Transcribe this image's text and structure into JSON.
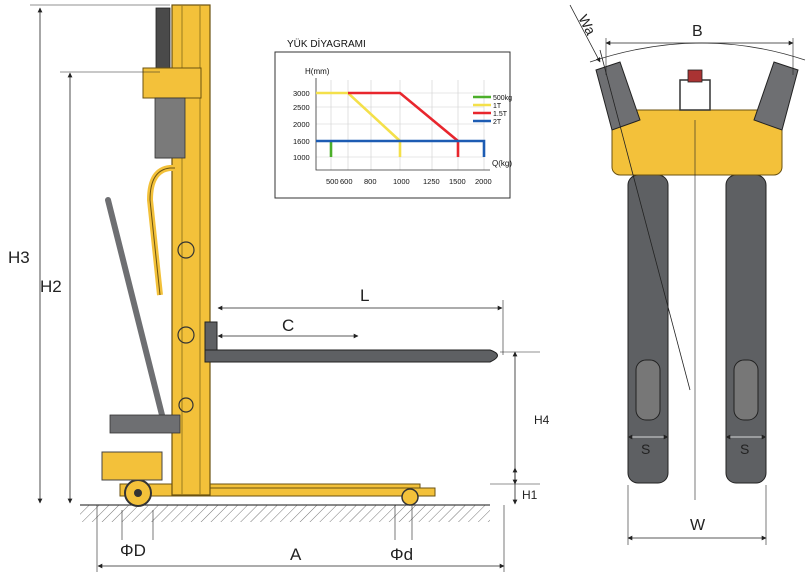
{
  "colors": {
    "mast_yellow": "#f3c13a",
    "fork_gray": "#5e6063",
    "series_500kg": "#4caf2a",
    "series_1T": "#f4e04a",
    "series_1_5T": "#e8262d",
    "series_2T": "#1d5cb3",
    "grid": "#cfcfcf"
  },
  "labels": {
    "H3": "H3",
    "H2": "H2",
    "H4": "H4",
    "H1": "H1",
    "L": "L",
    "C": "C",
    "A": "A",
    "phiD": "ΦD",
    "phid": "Φd",
    "B": "B",
    "Wa": "Wa",
    "W": "W",
    "S_left": "S",
    "S_right": "S"
  },
  "chart_data": {
    "type": "line",
    "title": "YÜK DİYAGRAMI",
    "ylabel": "H(mm)",
    "xlabel": "Q(kg)",
    "y_ticks": [
      "3000",
      "2500",
      "2000",
      "1600",
      "1000"
    ],
    "x_ticks": [
      "500",
      "600",
      "800",
      "1000",
      "1250",
      "1500",
      "2000"
    ],
    "series": [
      {
        "name": "500kg",
        "color": "#4caf2a",
        "points": [
          [
            500,
            1600
          ],
          [
            500,
            1000
          ]
        ]
      },
      {
        "name": "1T",
        "color": "#f4e04a",
        "points": [
          [
            0,
            3000
          ],
          [
            600,
            3000
          ],
          [
            1000,
            1600
          ],
          [
            1000,
            1000
          ]
        ]
      },
      {
        "name": "1.5T",
        "color": "#e8262d",
        "points": [
          [
            600,
            3000
          ],
          [
            1000,
            3000
          ],
          [
            1500,
            1600
          ],
          [
            1500,
            1000
          ]
        ]
      },
      {
        "name": "2T",
        "color": "#1d5cb3",
        "points": [
          [
            0,
            1600
          ],
          [
            2000,
            1600
          ],
          [
            2000,
            1000
          ]
        ]
      }
    ]
  }
}
